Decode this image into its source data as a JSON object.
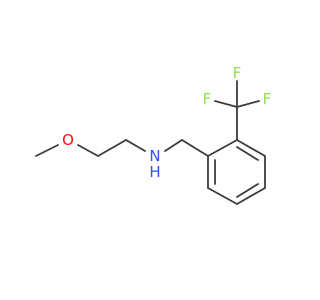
{
  "molecule": {
    "atoms": {
      "oxygen": {
        "label": "O",
        "color": "#ff0d0d"
      },
      "nitrogen": {
        "label": "N",
        "color": "#3050f8"
      },
      "hydrogen": {
        "label": "H",
        "color": "#3050f8"
      },
      "fluorine_top_left": {
        "label": "F",
        "color": "#90e050"
      },
      "fluorine_top_right": {
        "label": "F",
        "color": "#90e050"
      },
      "fluorine_left": {
        "label": "F",
        "color": "#90e050"
      }
    },
    "bond_color": "#3c3c3c"
  }
}
